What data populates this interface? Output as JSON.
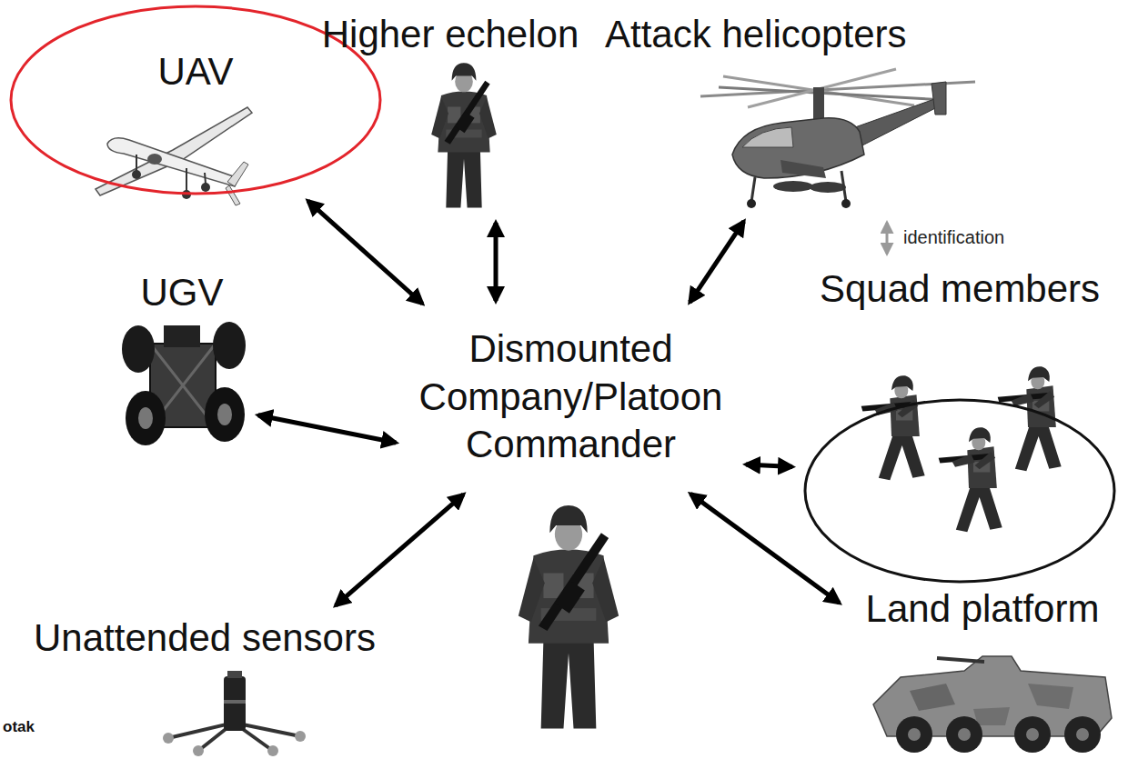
{
  "diagram": {
    "nodes": [
      {
        "text": [
          "UAV"
        ]
      },
      {
        "text": [
          "Higher echelon"
        ]
      },
      {
        "text": [
          "Attack helicopters"
        ]
      },
      {
        "text": [
          "Dismounted Company/Platoon Commander"
        ]
      },
      {
        "text": [
          "UGV"
        ]
      },
      {
        "text": [
          "Squad members"
        ]
      },
      {
        "text": [
          "Unattended sensors"
        ]
      },
      {
        "text": [
          "Land platform"
        ]
      }
    ],
    "edges": [
      {
        "from": 3,
        "to": 0,
        "arrow": "both"
      },
      {
        "from": 3,
        "to": 1,
        "arrow": "both"
      },
      {
        "from": 3,
        "to": 2,
        "arrow": "both"
      },
      {
        "from": 3,
        "to": 4,
        "arrow": "both"
      },
      {
        "from": 3,
        "to": 5,
        "arrow": "both"
      },
      {
        "from": 3,
        "to": 6,
        "arrow": "both"
      },
      {
        "from": 3,
        "to": 7,
        "arrow": "both"
      },
      {
        "from": 2,
        "to": 5,
        "label": "identification",
        "arrow": "both"
      }
    ],
    "labels": [
      "otak"
    ]
  }
}
